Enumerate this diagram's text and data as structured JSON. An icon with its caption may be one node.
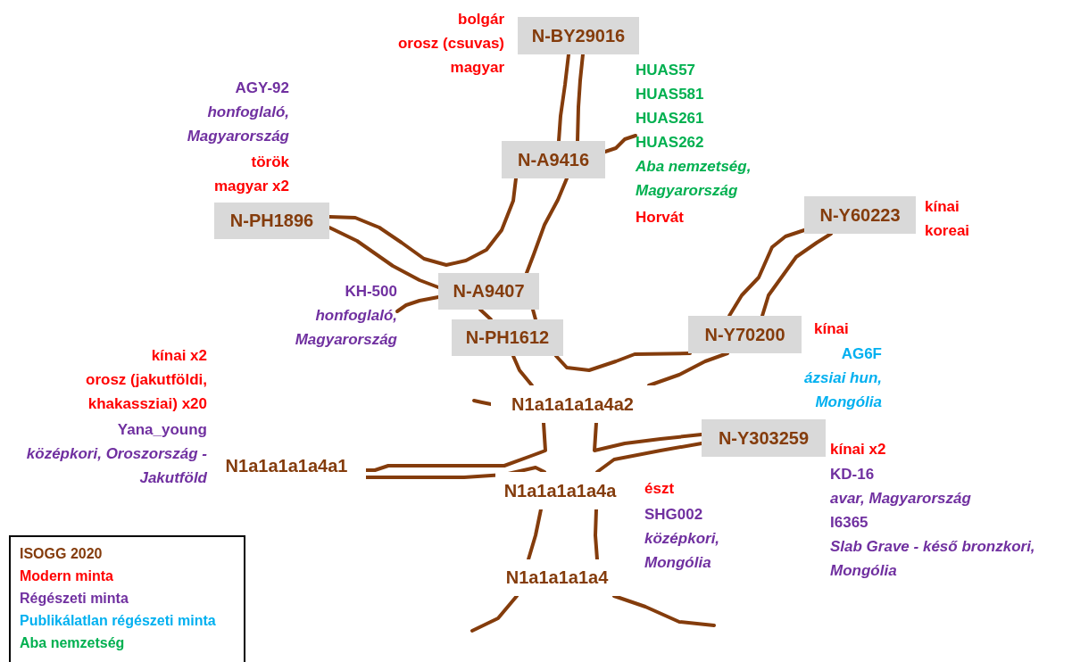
{
  "diagram": {
    "nodes": [
      {
        "text": [
          "N-BY29016"
        ]
      },
      {
        "text": [
          "N-A9416"
        ]
      },
      {
        "text": [
          "N-PH1896"
        ]
      },
      {
        "text": [
          "N-A9407"
        ]
      },
      {
        "text": [
          "N-PH1612"
        ]
      },
      {
        "text": [
          "N-Y60223"
        ]
      },
      {
        "text": [
          "N-Y70200"
        ]
      },
      {
        "text": [
          "N1a1a1a1a4a2"
        ]
      },
      {
        "text": [
          "N-Y303259"
        ]
      },
      {
        "text": [
          "N1a1a1a1a4a1"
        ]
      },
      {
        "text": [
          "N1a1a1a1a4a"
        ]
      },
      {
        "text": [
          "N1a1a1a1a4"
        ]
      },
      {
        "text": [
          "bolgár",
          "orosz (csuvas)",
          "magyar"
        ]
      },
      {
        "text": [
          "AGY-92",
          "honfoglaló, Magyarország"
        ]
      },
      {
        "text": [
          "török",
          "magyar x2"
        ]
      },
      {
        "text": [
          "HUAS57",
          "HUAS581",
          "HUAS261",
          "HUAS262",
          "Aba nemzetség, Magyarország"
        ]
      },
      {
        "text": [
          "Horvát"
        ]
      },
      {
        "text": [
          "kínai",
          "koreai"
        ]
      },
      {
        "text": [
          "KH-500",
          "honfoglaló, Magyarország"
        ]
      },
      {
        "text": [
          "kínai"
        ]
      },
      {
        "text": [
          "AG6F",
          "ázsiai hun, Mongólia"
        ]
      },
      {
        "text": [
          "kínai x2",
          "orosz (jakutföldi, khakassziai) x20"
        ]
      },
      {
        "text": [
          "Yana_young",
          "középkori, Oroszország - Jakutföld"
        ]
      },
      {
        "text": [
          "kínai x2"
        ]
      },
      {
        "text": [
          "KD-16",
          "avar, Magyarország",
          "I6365",
          "Slab Grave - késő bronzkori, Mongólia"
        ]
      },
      {
        "text": [
          "észt"
        ]
      },
      {
        "text": [
          "SHG002",
          "középkori, Mongólia"
        ]
      }
    ],
    "edges": [
      {
        "from": 1,
        "to": 0,
        "arrow": "none"
      },
      {
        "from": 2,
        "to": 1,
        "arrow": "none"
      },
      {
        "from": 3,
        "to": 1,
        "arrow": "none"
      },
      {
        "from": 2,
        "to": 3,
        "arrow": "none"
      },
      {
        "from": 3,
        "to": 18,
        "arrow": "none"
      },
      {
        "from": 1,
        "to": 15,
        "arrow": "none"
      },
      {
        "from": 4,
        "to": 3,
        "arrow": "none"
      },
      {
        "from": 7,
        "to": 4,
        "arrow": "none"
      },
      {
        "from": 4,
        "to": 6,
        "arrow": "none"
      },
      {
        "from": 7,
        "to": 6,
        "arrow": "none"
      },
      {
        "from": 6,
        "to": 5,
        "arrow": "none"
      },
      {
        "from": 7,
        "to": 9,
        "arrow": "none"
      },
      {
        "from": 10,
        "to": 9,
        "arrow": "none"
      },
      {
        "from": 7,
        "to": 8,
        "arrow": "none"
      },
      {
        "from": 10,
        "to": 8,
        "arrow": "none"
      },
      {
        "from": 11,
        "to": 10,
        "arrow": "none"
      },
      {
        "from": 11,
        "to": null,
        "arrow": "none"
      },
      {
        "from": 7,
        "to": null,
        "arrow": "none"
      }
    ],
    "legend": [
      {
        "text": "ISOGG 2020",
        "color": "#843c0c"
      },
      {
        "text": "Modern minta",
        "color": "#ff0000"
      },
      {
        "text": "Régészeti minta",
        "color": "#7030a0"
      },
      {
        "text": "Publikálatlan régészeti minta",
        "color": "#00b0f0"
      },
      {
        "text": "Aba nemzetség",
        "color": "#00b050"
      }
    ]
  }
}
